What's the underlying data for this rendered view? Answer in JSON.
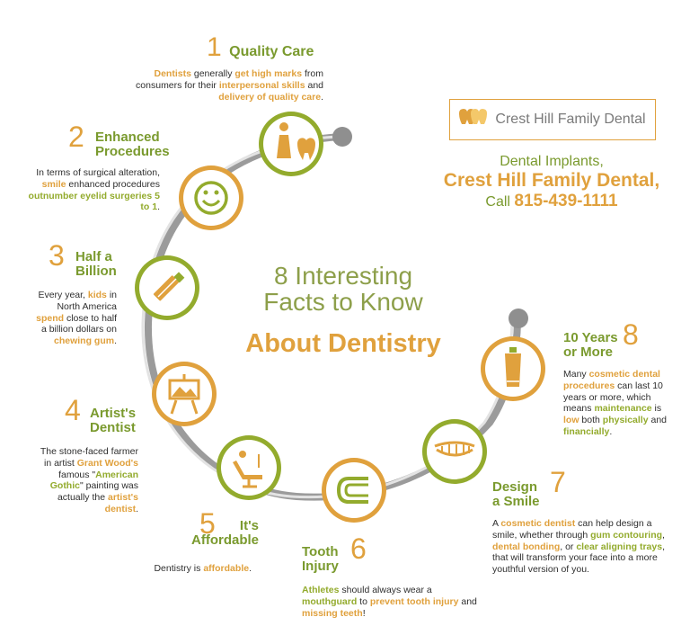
{
  "center": {
    "line1": "8 Interesting",
    "line2": "Facts to Know",
    "line3": "About Dentistry"
  },
  "brand": {
    "name": "Crest Hill Family Dental",
    "promo_line1": "Dental Implants,",
    "promo_line2": "Crest Hill Family Dental,",
    "promo_call": "Call",
    "promo_phone": "815-439-1111"
  },
  "facts": [
    {
      "number": "1",
      "title": "Quality Care",
      "t": [
        "Dentists",
        " generally ",
        "get high marks",
        " from consumers for their ",
        "interpersonal skills",
        " and ",
        "delivery of quality care",
        "."
      ]
    },
    {
      "number": "2",
      "title_a": "Enhanced",
      "title_b": "Procedures",
      "t": [
        "In terms of surgical alteration, ",
        "smile",
        " enhanced procedures ",
        "outnumber eyelid surgeries 5 to 1",
        "."
      ]
    },
    {
      "number": "3",
      "title_a": "Half a",
      "title_b": "Billion",
      "t": [
        "Every year, ",
        "kids",
        " in North America ",
        "spend",
        " close to half a billion dollars on ",
        "chewing gum",
        "."
      ]
    },
    {
      "number": "4",
      "title_a": "Artist's",
      "title_b": "Dentist",
      "t": [
        "The stone-faced farmer in artist ",
        "Grant Wood's",
        " famous \"",
        "American Gothic",
        "\" painting was actually the ",
        "artist's dentist",
        "."
      ]
    },
    {
      "number": "5",
      "title_a": "It's",
      "title_b": "Affordable",
      "t": [
        "Dentistry is ",
        "affordable",
        "."
      ]
    },
    {
      "number": "6",
      "title_a": "Tooth",
      "title_b": "Injury",
      "t": [
        "Athletes",
        " should always wear a ",
        "mouthguard",
        " to ",
        "prevent tooth injury",
        " and ",
        "missing teeth",
        "!"
      ]
    },
    {
      "number": "7",
      "title_a": "Design",
      "title_b": "a Smile",
      "t": [
        "A ",
        "cosmetic dentist",
        " can help design a smile, whether through ",
        "gum contouring",
        ", ",
        "dental bonding",
        ", or ",
        "clear aligning trays",
        ", that will transform your face into a more youthful version of you."
      ]
    },
    {
      "number": "8",
      "title_a": "10 Years",
      "title_b": "or More",
      "t": [
        "Many ",
        "cosmetic dental procedures",
        " can last 10 years or more, which means ",
        "maintenance",
        " is ",
        "low",
        " both ",
        "physically",
        " and ",
        "financially",
        "."
      ]
    }
  ],
  "colors": {
    "orange": "#e0a13d",
    "green": "#93ab2d",
    "track": "#9b9b9b"
  },
  "icons": [
    "dentist-tooth-icon",
    "smiley-face-icon",
    "chewing-gum-icon",
    "easel-painting-icon",
    "dental-chair-icon",
    "mouthguard-icon",
    "teeth-smile-icon",
    "toothpaste-tube-icon"
  ]
}
